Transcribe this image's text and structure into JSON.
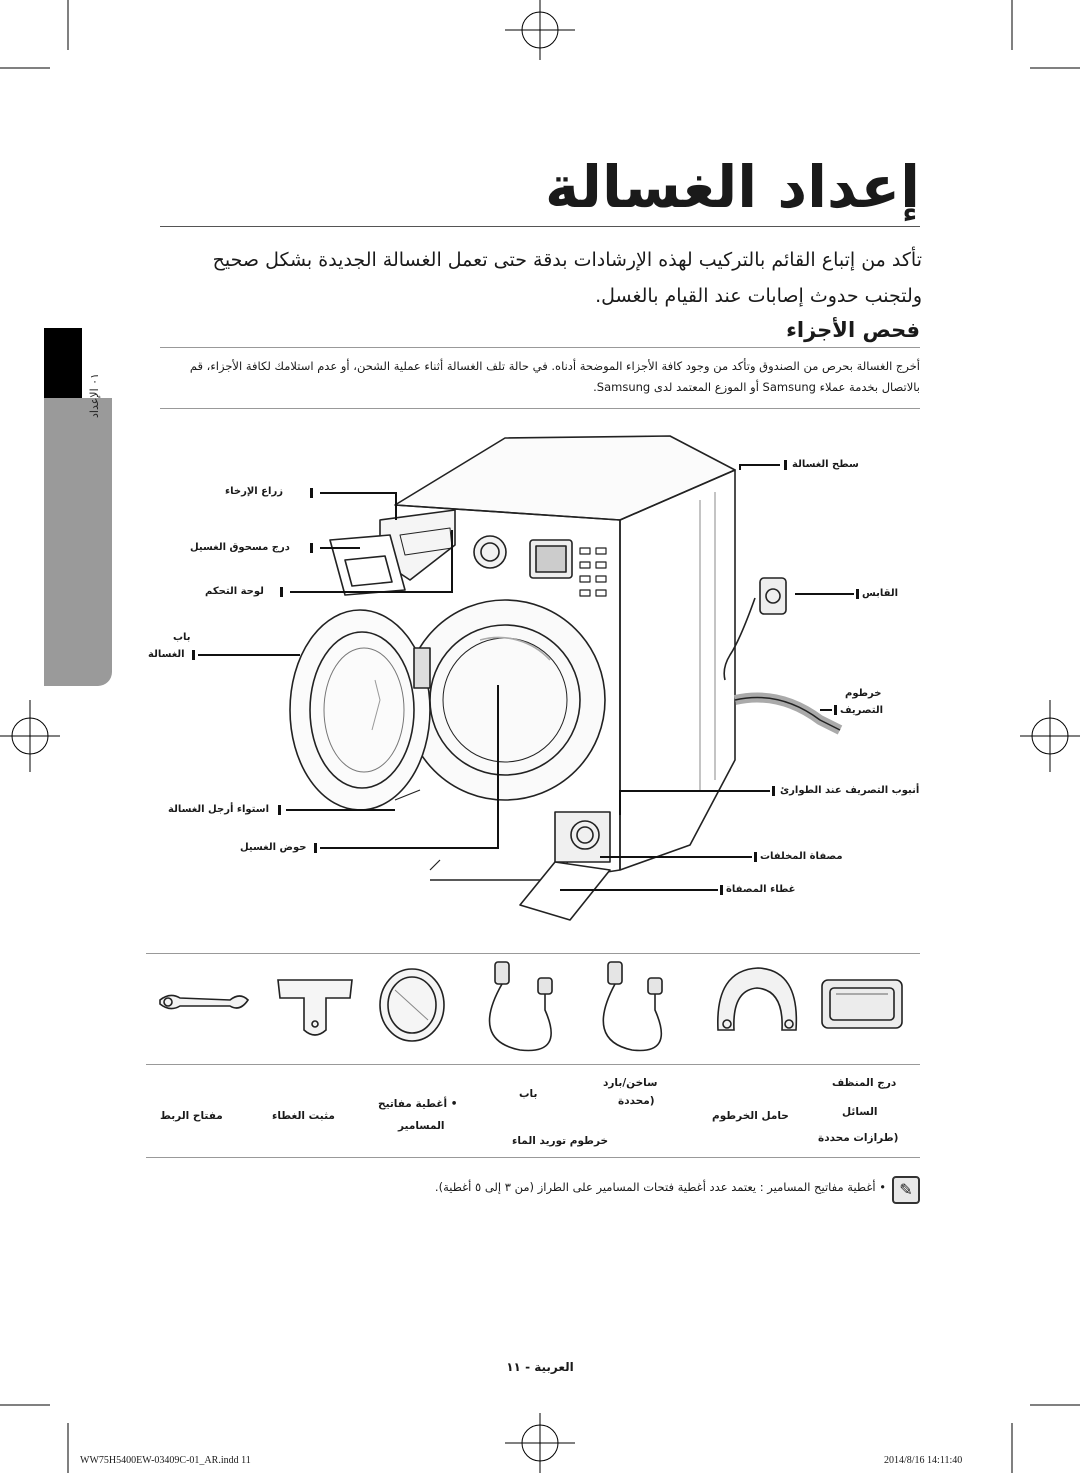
{
  "page": {
    "title": "إعداد الغسالة",
    "intro": "تأكد من إتباع القائم بالتركيب لهذه الإرشادات بدقة حتى تعمل الغسالة الجديدة بشكل صحيح ولتجنب حدوث إصابات عند القيام بالغسل.",
    "section_title": "فحص الأجزاء",
    "notice": "أخرج الغسالة بحرص من الصندوق وتأكد من وجود كافة الأجزاء الموضحة أدناه. في حالة تلف الغسالة أثناء عملية الشحن، أو عدم استلامك لكافة الأجزاء، قم بالاتصال بخدمة عملاء Samsung أو الموزع المعتمد لدى Samsung.",
    "side_tab": "٠١ الإعداد",
    "page_number": "العربية - ١١",
    "footer_left": "WW75H5400EW-03409C-01_AR.indd   11",
    "footer_right": "2014/8/16   14:11:40"
  },
  "diagram": {
    "labels_left": {
      "release_lever": "زراع الإرخاء",
      "detergent_drawer": "درج مسحوق الغسيل",
      "control_panel": "لوحة التحكم",
      "door_top": "باب",
      "door_bottom": "الغسالة",
      "leveling_feet": "استواء أرجل الغسالة",
      "wash_tub": "حوض الغسيل"
    },
    "labels_right": {
      "worktop": "سطح الغسالة",
      "plug": "القابس",
      "drain_hose_top": "خرطوم",
      "drain_hose_bottom": "التصريف",
      "emergency_drain": "أنبوب التصريف عند الطوارئ",
      "debris_filter": "مصفاة المخلفات",
      "filter_cover": "غطاء المصفاة"
    }
  },
  "accessories": {
    "headers": {
      "wrench": "مفتاح الربط",
      "cap": "مثبت الغطاء",
      "bolt_caps_1": "• أغطية مفاتيح",
      "bolt_caps_2": "المسامير",
      "water_hose_top": "باب",
      "water_hose_label": "خرطوم توريد الماء",
      "hot_cold": "ساخن/بارد",
      "optional": "(محددة",
      "hose_guide": "حامل الخرطوم",
      "liquid_top": "درج المنظف",
      "liquid": "السائل",
      "liquid_note": "(طرازات محددة"
    }
  },
  "note": {
    "icon": "note-icon",
    "text": "• أغطية مفاتيح المسامير : يعتمد عدد أغطية فتحات المسامير على الطراز (من ٣ إلى ٥ أغطية)."
  },
  "colors": {
    "ink": "#1a1a1a",
    "tab_dark": "#000000",
    "tab_grey": "#9a9a9a"
  }
}
